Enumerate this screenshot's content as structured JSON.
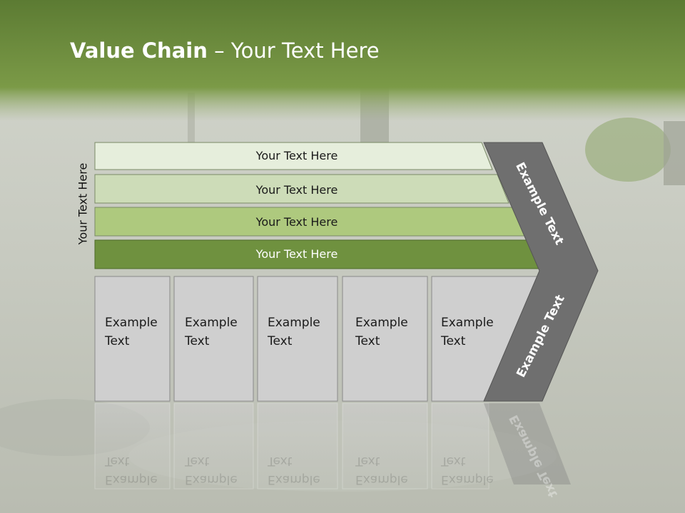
{
  "header": {
    "title_bold": "Value Chain",
    "title_rest": " – Your Text Here"
  },
  "side_label": "Your Text Here",
  "bars": [
    {
      "label": "Your Text Here",
      "color": "#e6eedc"
    },
    {
      "label": "Your Text Here",
      "color": "#cddcb8"
    },
    {
      "label": "Your Text Here",
      "color": "#aec97e"
    },
    {
      "label": "Your Text Here",
      "color": "#6f913f"
    }
  ],
  "cells": [
    {
      "line1": "Example",
      "line2": "Text"
    },
    {
      "line1": "Example",
      "line2": "Text"
    },
    {
      "line1": "Example",
      "line2": "Text"
    },
    {
      "line1": "Example",
      "line2": "Text"
    },
    {
      "line1": "Example",
      "line2": "Text"
    }
  ],
  "chevron": {
    "upper_label": "Example Text",
    "lower_label": "Example Text",
    "color": "#6f6f6f"
  },
  "colors": {
    "header_green": "#6a8a3c",
    "cell_fill": "#cfcfcf",
    "cell_stroke": "#8a8a8a"
  }
}
